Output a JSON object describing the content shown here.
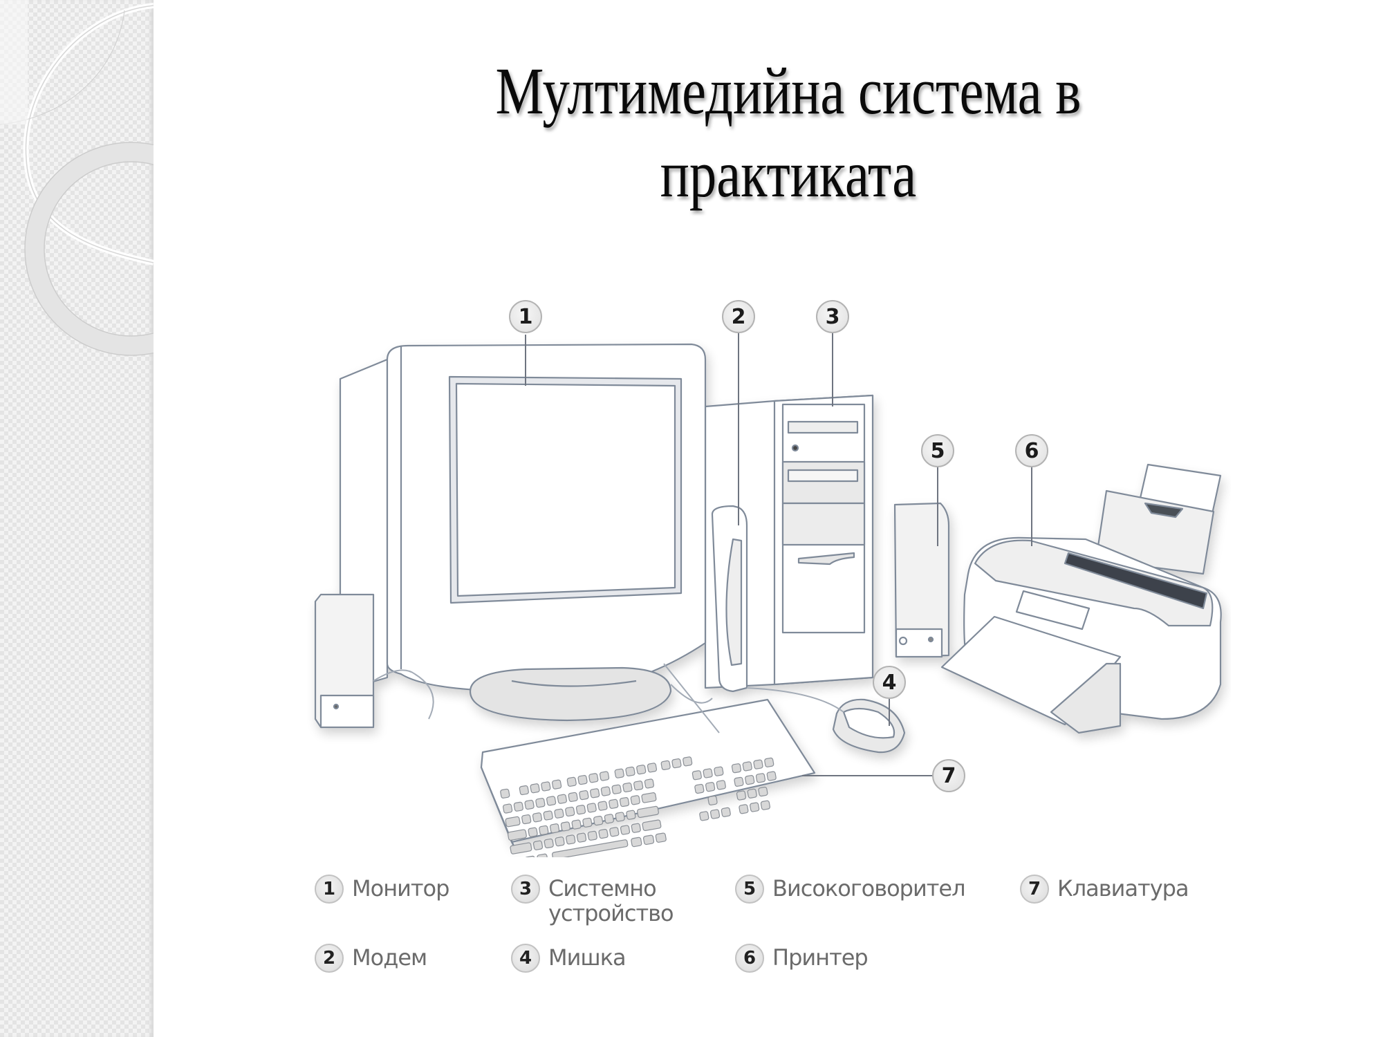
{
  "slide": {
    "title_line1": "Мултимедийна система в",
    "title_line2": "практиката"
  },
  "diagram": {
    "callouts": [
      {
        "num": "1",
        "part": "monitor"
      },
      {
        "num": "2",
        "part": "modem"
      },
      {
        "num": "3",
        "part": "system-unit"
      },
      {
        "num": "4",
        "part": "mouse"
      },
      {
        "num": "5",
        "part": "speaker"
      },
      {
        "num": "6",
        "part": "printer"
      },
      {
        "num": "7",
        "part": "keyboard"
      }
    ],
    "line_color": "#7f8a99",
    "fill_color": "#eeeeee"
  },
  "legend": {
    "items": [
      {
        "num": "1",
        "label": "Монитор"
      },
      {
        "num": "2",
        "label": "Модем"
      },
      {
        "num": "3",
        "label": "Системно\nустройство"
      },
      {
        "num": "4",
        "label": "Мишка"
      },
      {
        "num": "5",
        "label": "Високоговорител"
      },
      {
        "num": "6",
        "label": "Принтер"
      },
      {
        "num": "7",
        "label": "Клавиатура"
      }
    ]
  }
}
